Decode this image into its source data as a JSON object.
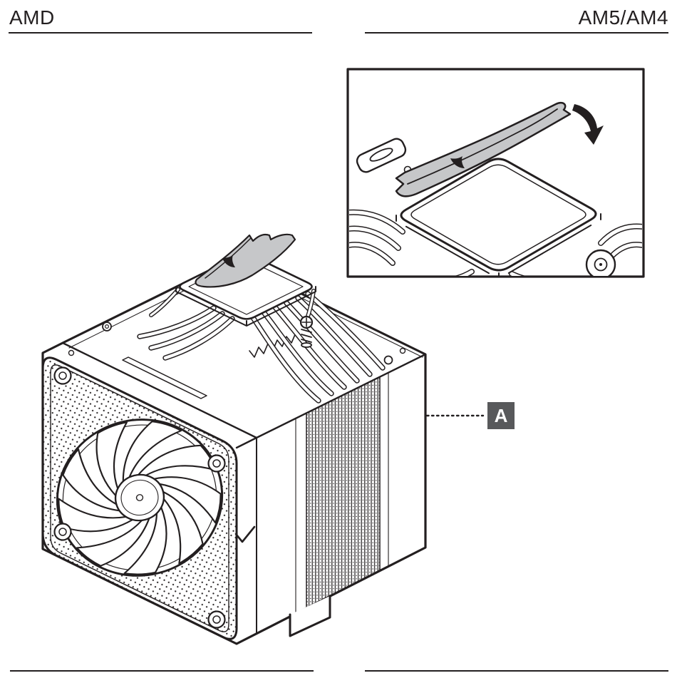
{
  "page": {
    "header": {
      "left": "AMD",
      "right": "AM5/AM4"
    },
    "callout": {
      "label": "A"
    },
    "colors": {
      "ink": "#231f20",
      "label_bg": "#58595b",
      "label_text": "#ffffff",
      "film_gray": "#c6c7c9",
      "background": "#ffffff"
    },
    "illustration": {
      "main_alt": "isometric line drawing of dual-tower CPU air cooler with front fan and heatsink fins, protective film on cold plate",
      "inset_alt": "magnified detail: peeling protective film off cooler cold plate",
      "arrow": "peel-direction-arrow"
    }
  }
}
